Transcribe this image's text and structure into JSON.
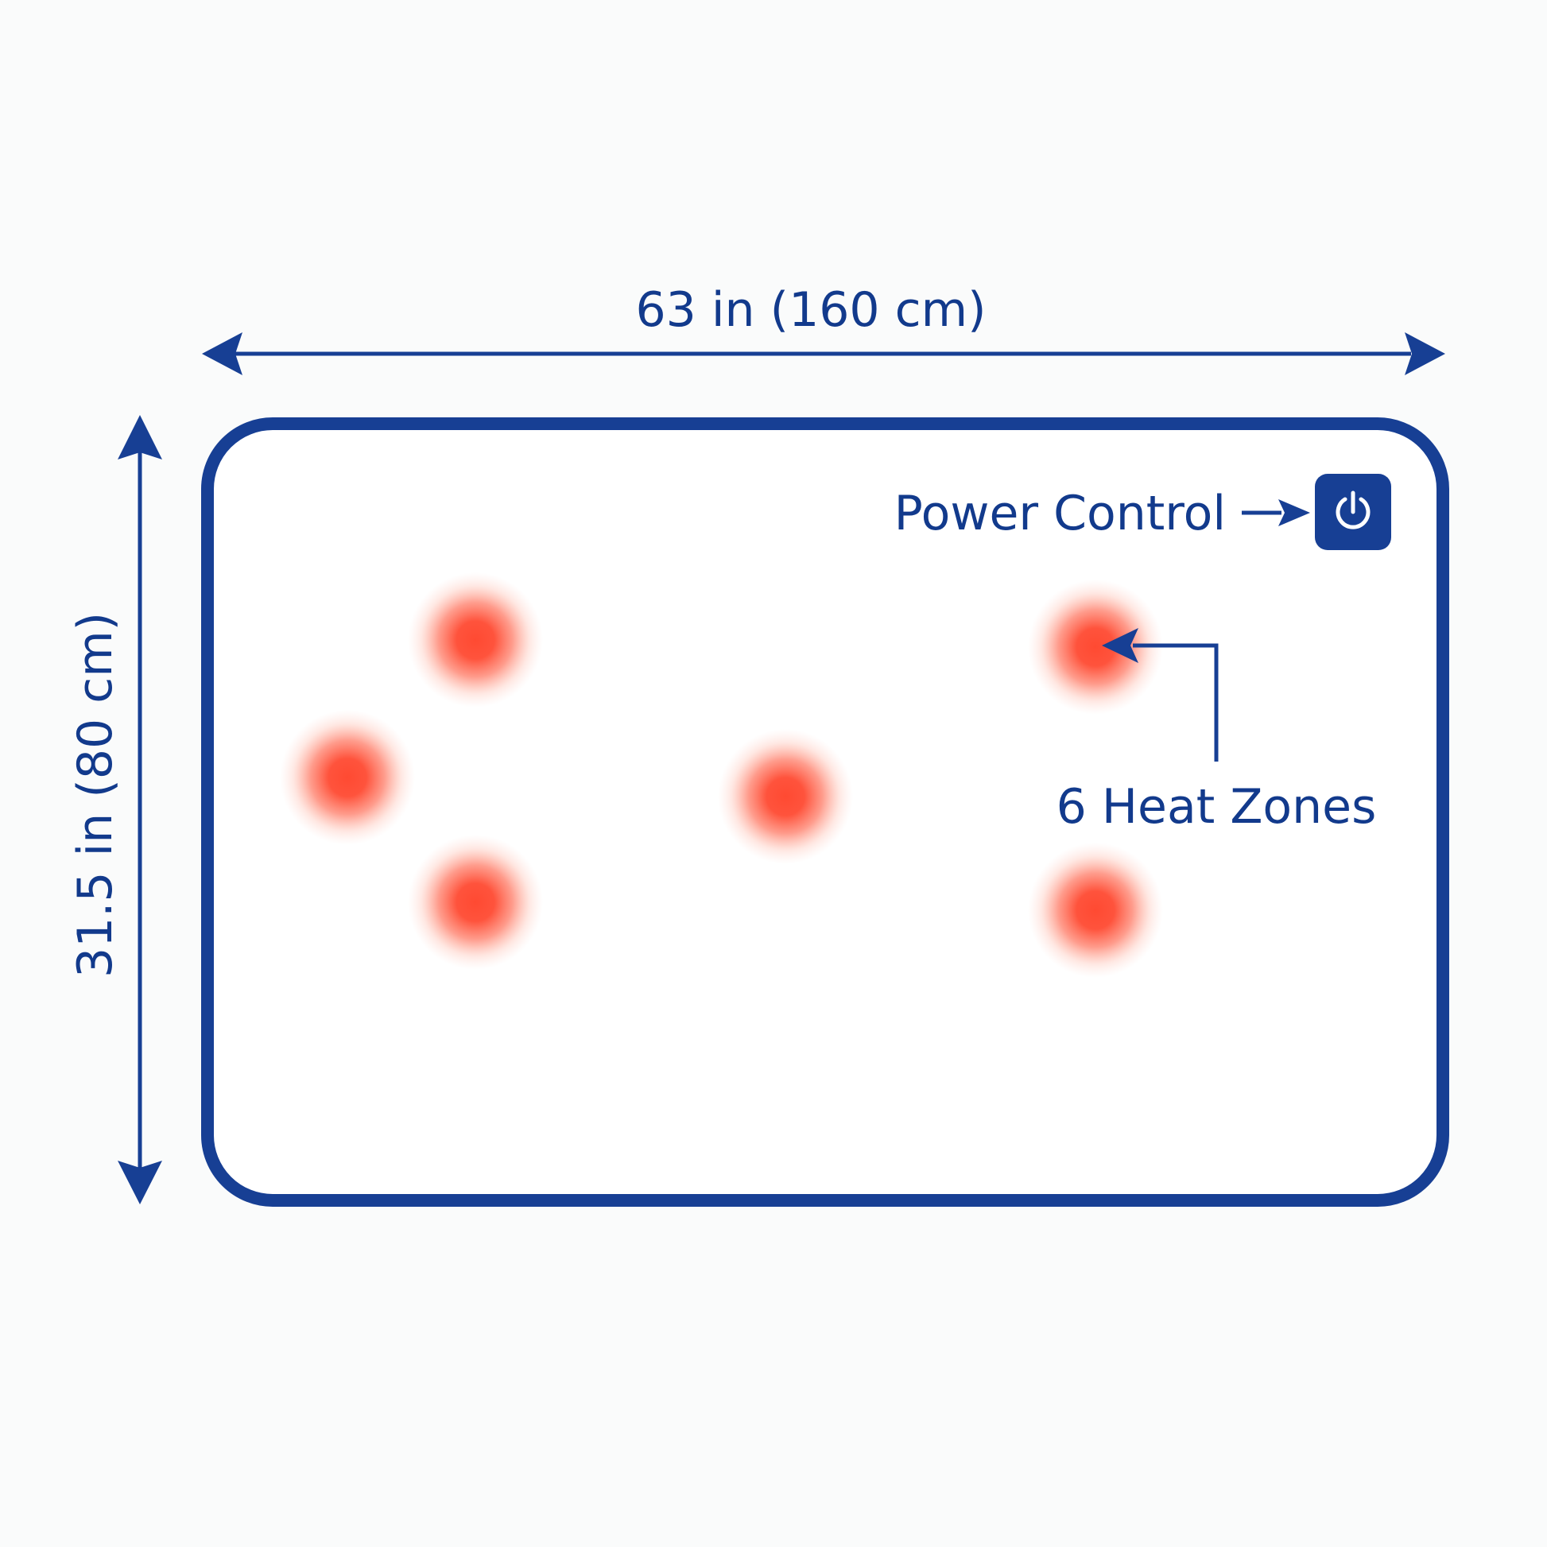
{
  "colors": {
    "accent": "#173f94",
    "heat": "#ff4a32",
    "background": "#fafbfb",
    "mat_fill": "#ffffff"
  },
  "dimensions": {
    "width_label": "63 in (160 cm)",
    "height_label": "31.5 in (80 cm)"
  },
  "power": {
    "label": "Power Control",
    "icon": "power-icon"
  },
  "heat_zones": {
    "label": "6 Heat Zones",
    "count": 6
  }
}
